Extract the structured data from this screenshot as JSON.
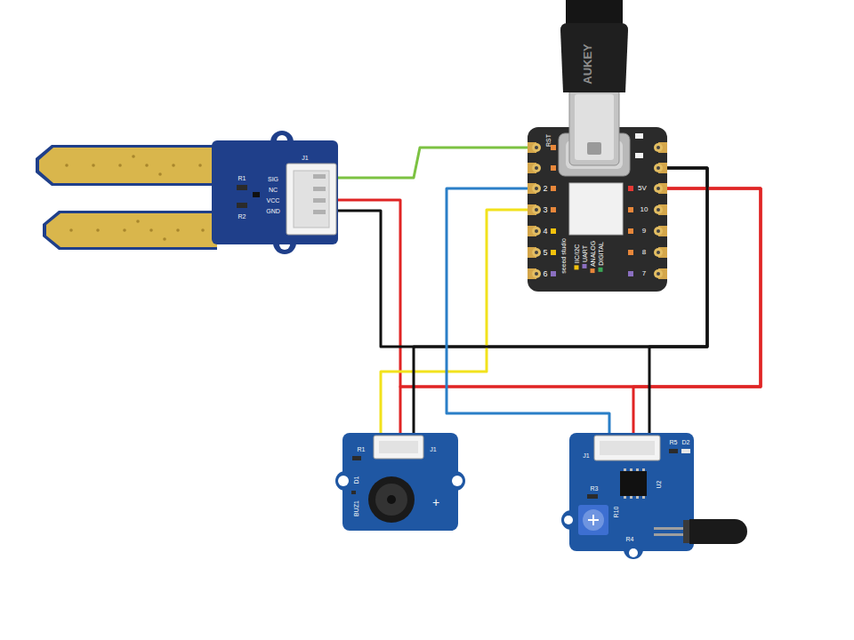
{
  "diagram": {
    "nodes": [
      {
        "text": [
          "J1",
          "SIG",
          "NC",
          "VCC",
          "GND",
          "R1",
          "R2"
        ]
      },
      {
        "text": [
          "RST",
          "2",
          "3",
          "4",
          "5",
          "6",
          "5V",
          "10",
          "9",
          "8",
          "7",
          "seeed studio"
        ]
      },
      {
        "text": [
          "R1",
          "J1",
          "D1",
          "BUZ1",
          "+"
        ]
      },
      {
        "text": [
          "J1",
          "R5",
          "D2",
          "R3",
          "U2",
          "R10",
          "R4"
        ]
      }
    ],
    "edges": [
      {
        "from": 0,
        "to": 1,
        "arrow": "none"
      },
      {
        "from": 0,
        "to": 1,
        "arrow": "none"
      },
      {
        "from": 0,
        "to": 1,
        "arrow": "none"
      },
      {
        "from": 2,
        "to": 1,
        "arrow": "none"
      },
      {
        "from": 2,
        "to": 1,
        "arrow": "none"
      },
      {
        "from": 2,
        "to": 1,
        "arrow": "none"
      },
      {
        "from": 3,
        "to": 1,
        "arrow": "none"
      },
      {
        "from": 3,
        "to": 1,
        "arrow": "none"
      },
      {
        "from": 3,
        "to": 1,
        "arrow": "none"
      }
    ],
    "labels": [
      "AUKEY"
    ],
    "legend": [
      {
        "text": "IIC/I2C",
        "color": "#f4c20d"
      },
      {
        "text": "UART",
        "color": "#8a6fc0"
      },
      {
        "text": "ANALOG",
        "color": "#e8873a"
      },
      {
        "text": "DIGITAL",
        "color": "#3aa655"
      }
    ]
  }
}
